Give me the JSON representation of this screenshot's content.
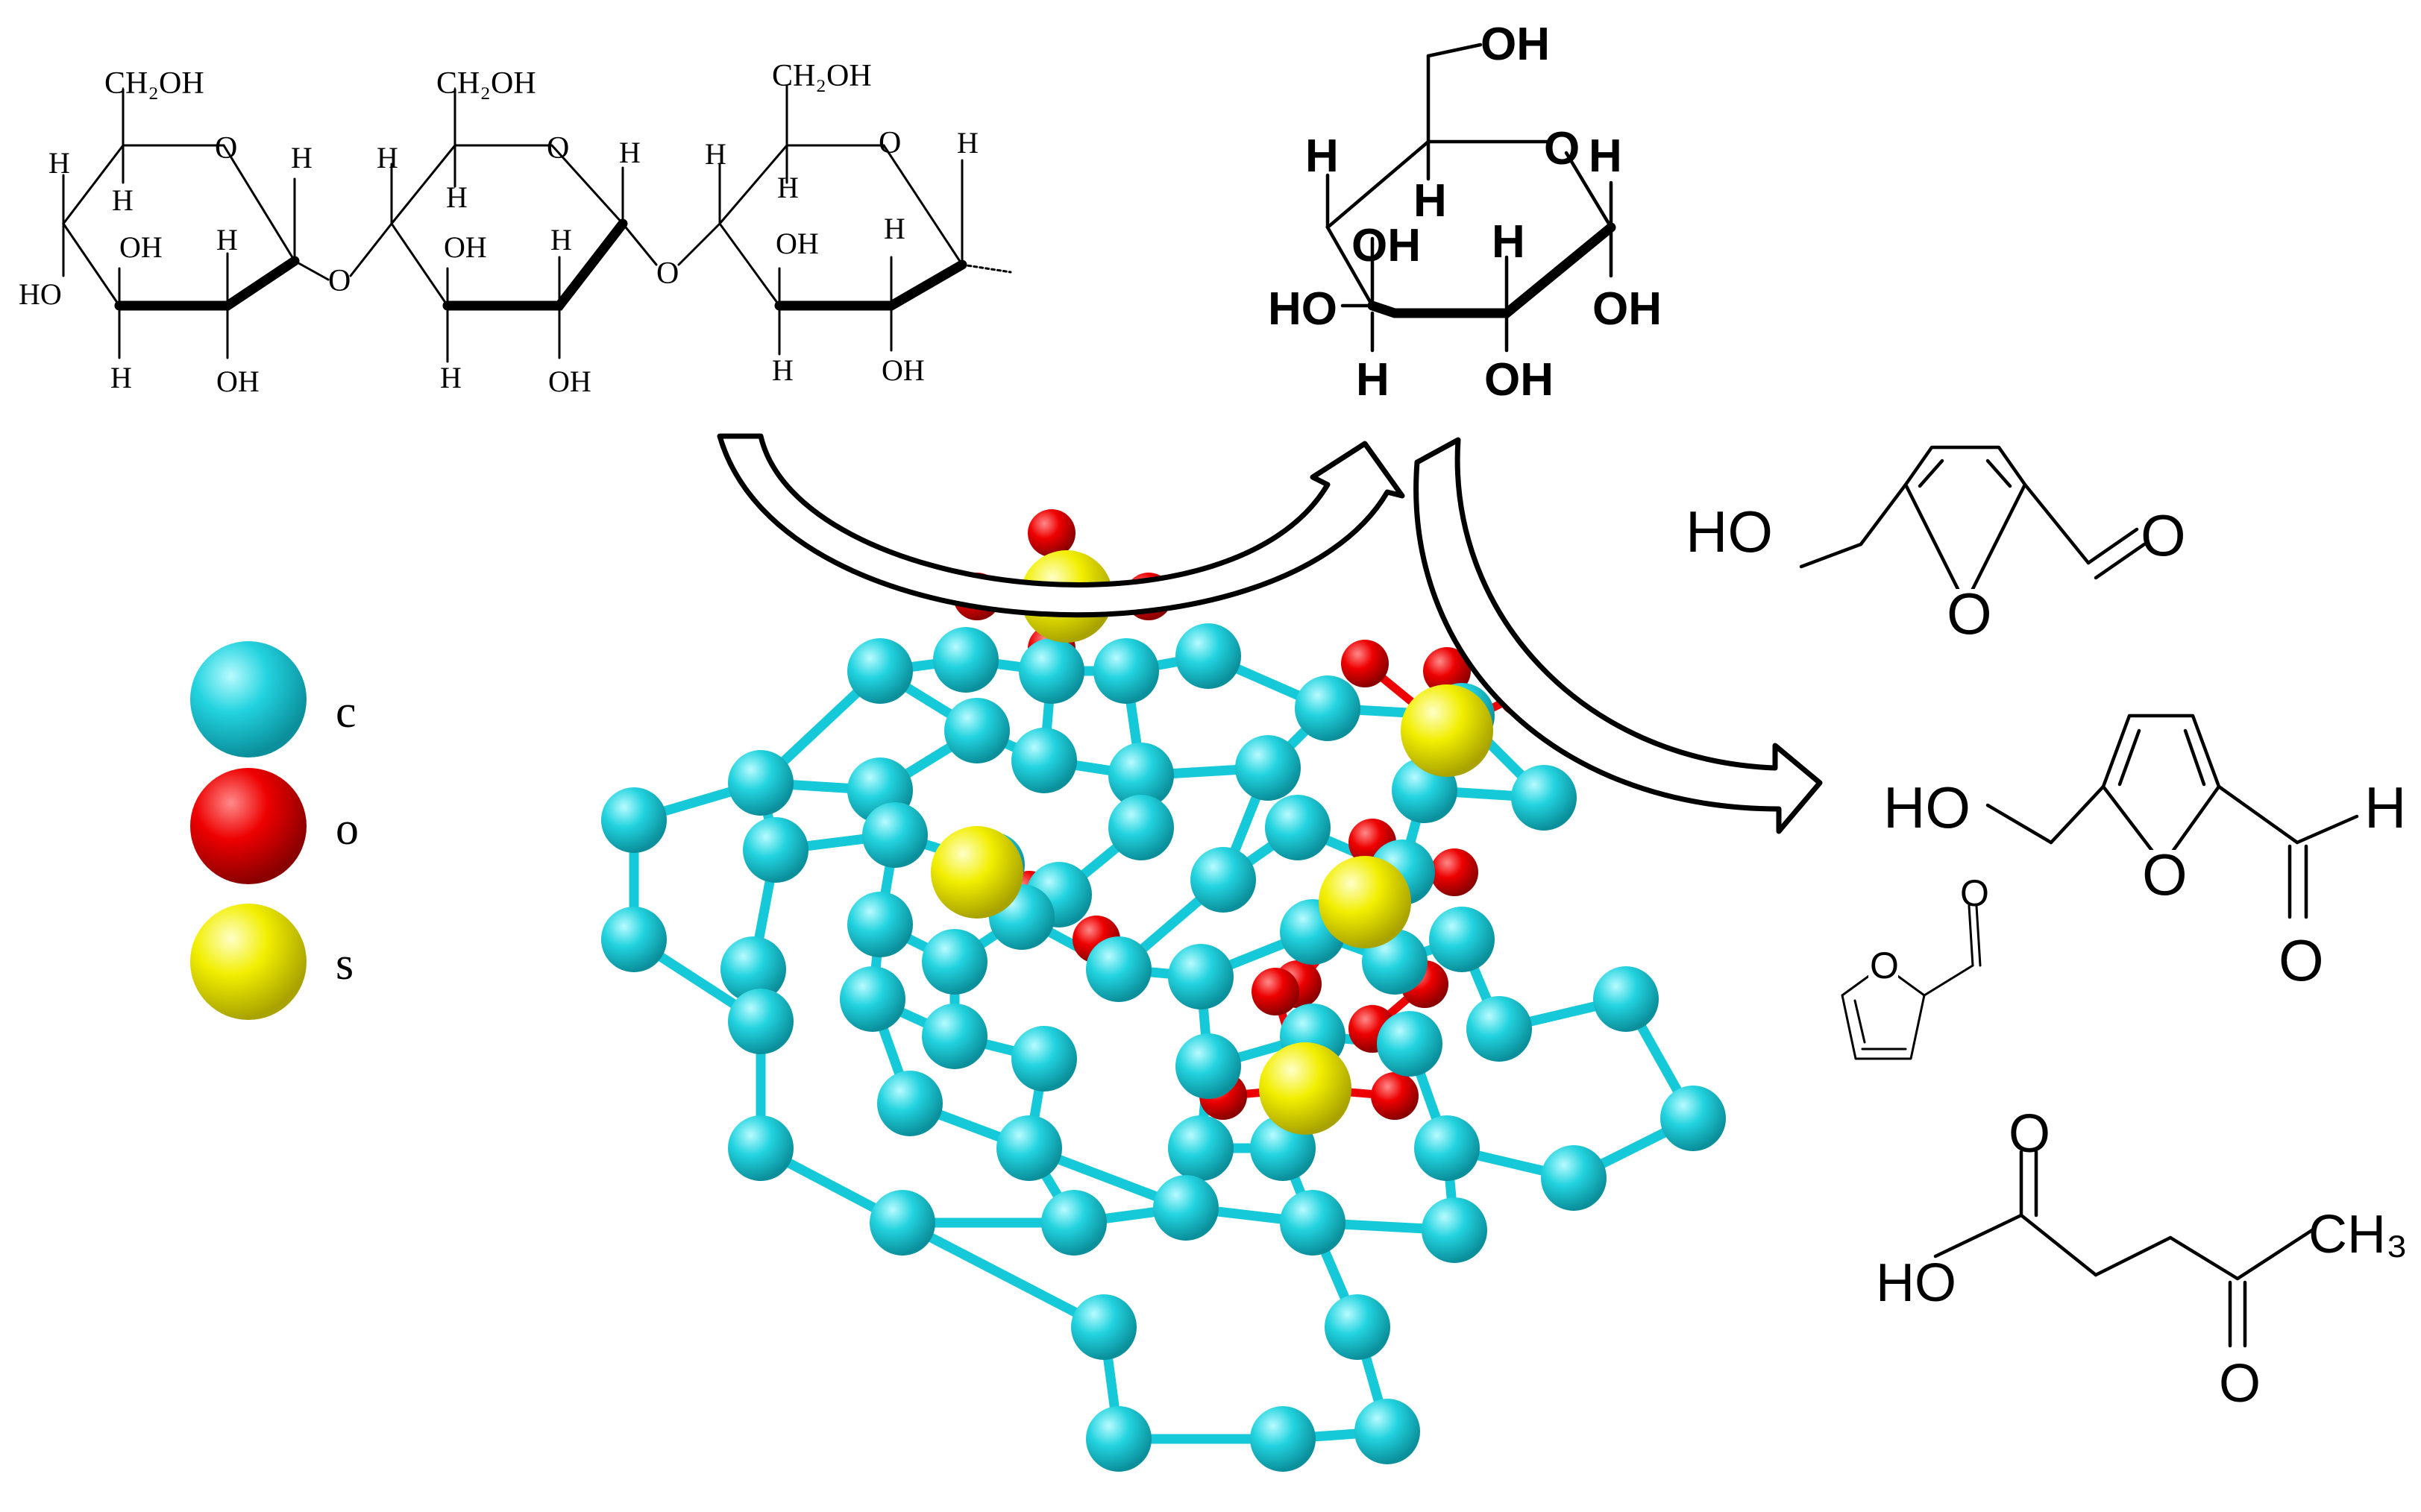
{
  "legend": {
    "items": [
      {
        "label": "c",
        "color": "#22d3df"
      },
      {
        "label": "o",
        "color": "#ee0000"
      },
      {
        "label": "s",
        "color": "#f2ee00"
      }
    ]
  },
  "cellulose": {
    "ch2oh": "CH₂OH",
    "o": "O",
    "h": "H",
    "oh": "OH",
    "ho": "HO"
  },
  "glucose": {
    "oh": "OH",
    "o": "O",
    "h": "H",
    "ho": "HO"
  },
  "products": {
    "hmf_a": {
      "ho": "HO",
      "o": "O"
    },
    "hmf_b": {
      "ho": "HO",
      "o": "O",
      "h": "H"
    },
    "furfural": {
      "o": "O"
    },
    "levulinic": {
      "ho": "HO",
      "o": "O",
      "ch3": "CH₃"
    }
  },
  "colors": {
    "carbon": "#22d3df",
    "oxygen": "#ee0000",
    "sulfur": "#f2ee00"
  }
}
